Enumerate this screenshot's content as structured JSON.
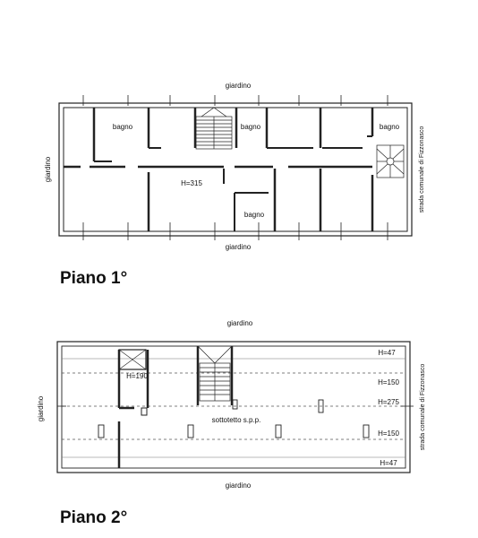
{
  "floor1": {
    "heading": "Piano 1°",
    "labels": {
      "garden_top": "giardino",
      "garden_bottom": "giardino",
      "garden_left": "giardino",
      "street_right": "strada comunale di Fizzonasco",
      "bath_1": "bagno",
      "bath_2": "bagno",
      "bath_3": "bagno",
      "bath_4": "bagno",
      "height": "H=315"
    }
  },
  "floor2": {
    "heading": "Piano 2°",
    "labels": {
      "garden_top": "giardino",
      "garden_bottom": "giardino",
      "garden_left": "giardino",
      "street_right": "strada comunale di Fizzonasco",
      "attic": "sottotetto s.p.p.",
      "h_stair": "H=190",
      "h_top": "H=47",
      "h_upper": "H=150",
      "h_ridge": "H=275",
      "h_lower": "H=150",
      "h_bottom": "H=47"
    }
  },
  "colors": {
    "line": "#222222",
    "dashed": "#555555",
    "background": "#ffffff"
  }
}
